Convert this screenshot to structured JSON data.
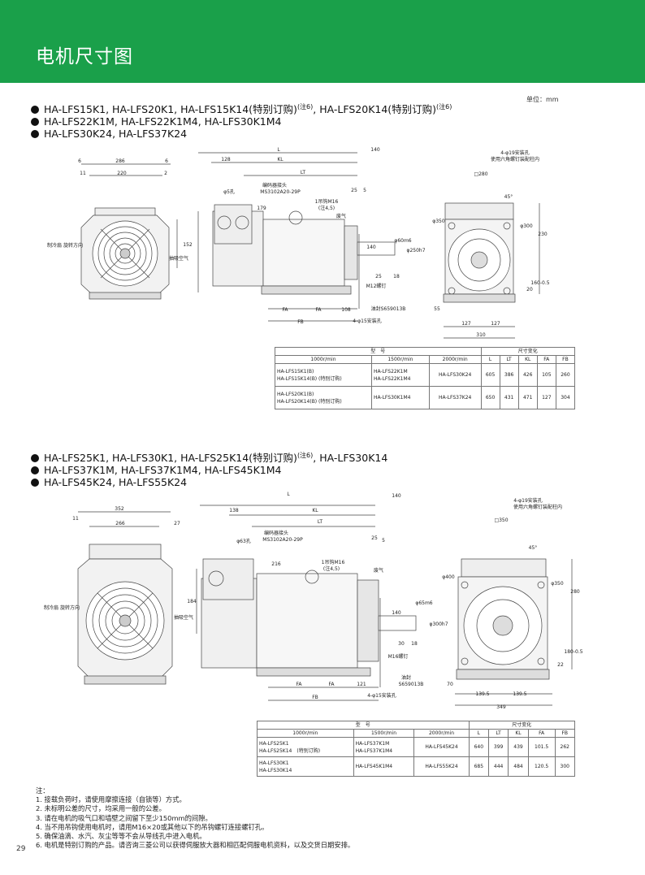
{
  "header": {
    "title": "电机尺寸图"
  },
  "unit": "单位：mm",
  "section1": {
    "models": [
      {
        "text": "HA-LFS15K1, HA-LFS20K1, HA-LFS15K14(特别订购)",
        "sup": "(注6)",
        "text2": ", HA-LFS20K14(特别订购)",
        "sup2": "(注6)"
      },
      {
        "text": "HA-LFS22K1M, HA-LFS22K1M4, HA-LFS30K1M4",
        "sup": "",
        "text2": "",
        "sup2": ""
      },
      {
        "text": "HA-LFS30K24, HA-LFS37K24",
        "sup": "",
        "text2": "",
        "sup2": ""
      }
    ],
    "drawing": {
      "front": {
        "top_dims": [
          "6",
          "286",
          "6"
        ],
        "inner_dims": [
          "11",
          "220",
          "2"
        ],
        "label_rotation": "制冷扇\n旋转方向",
        "label_air": "抽吸空气",
        "dim_152": "152"
      },
      "side": {
        "L": "L",
        "KL": "KL",
        "LT": "LT",
        "d140": "140",
        "d128": "128",
        "d25": "25",
        "d5": "5",
        "phi5": "φ5孔",
        "encoder": "编码器接头",
        "encoder_part": "MS3102A20-29P",
        "d179": "179",
        "hook": "1吊钩M16",
        "hook_note": "(注4,5)",
        "exhaust": "废气",
        "d140b": "140",
        "phi60": "φ60m6",
        "phi250": "φ250h7",
        "d25b": "25",
        "d18": "18",
        "m12": "M12螺钉",
        "oilseal": "油封S659013B",
        "FA1": "FA",
        "FA2": "FA",
        "d108": "108",
        "FB": "FB",
        "holes": "4-φ15安装孔",
        "d55": "55"
      },
      "end": {
        "holes_top": "4-φ19安装孔",
        "holes_note": "使用六角螺钉装配柱内",
        "sq": "□280",
        "ang": "45°",
        "d350": "φ350",
        "d300": "φ300",
        "d230": "230",
        "d20": "20",
        "d160": "160-0.5",
        "b127a": "127",
        "b127b": "127",
        "b310": "310"
      }
    },
    "table": {
      "h_model": "型　号",
      "h_dim": "尺寸变化",
      "cols": [
        "1000r/min",
        "1500r/min",
        "2000r/min",
        "L",
        "LT",
        "KL",
        "FA",
        "FB"
      ],
      "rows": [
        {
          "c1": [
            "HA-LFS15K1(B)",
            "HA-LFS15K14(B) (特别订购)"
          ],
          "c2": [
            "HA-LFS22K1M",
            "HA-LFS22K1M4"
          ],
          "c3": "HA-LFS30K24",
          "L": "605",
          "LT": "386",
          "KL": "426",
          "FA": "105",
          "FB": "260"
        },
        {
          "c1": [
            "HA-LFS20K1(B)",
            "HA-LFS20K14(B) (特别订购)"
          ],
          "c2": [
            "HA-LFS30K1M4"
          ],
          "c3": "HA-LFS37K24",
          "L": "650",
          "LT": "431",
          "KL": "471",
          "FA": "127",
          "FB": "304"
        }
      ]
    }
  },
  "section2": {
    "models": [
      {
        "text": "HA-LFS25K1, HA-LFS30K1, HA-LFS25K14(特别订购)",
        "sup": "(注6)",
        "text2": ", HA-LFS30K14",
        "sup2": ""
      },
      {
        "text": "HA-LFS37K1M, HA-LFS37K1M4, HA-LFS45K1M4",
        "sup": "",
        "text2": "",
        "sup2": ""
      },
      {
        "text": "HA-LFS45K24, HA-LFS55K24",
        "sup": "",
        "text2": "",
        "sup2": ""
      }
    ],
    "drawing": {
      "front": {
        "d352": "352",
        "d266": "266",
        "d11": "11",
        "d27": "27",
        "label_rotation": "制冷扇\n旋转方向",
        "label_air": "抽吸空气",
        "d184": "184"
      },
      "side": {
        "L": "L",
        "KL": "KL",
        "LT": "LT",
        "d140": "140",
        "d138": "138",
        "d25": "25",
        "d5": "5",
        "phi63": "φ63孔",
        "encoder": "编码器接头",
        "encoder_part": "MS3102A20-29P",
        "d216": "216",
        "hook": "1吊钩M16",
        "hook_note": "(注4,5)",
        "exhaust": "废气",
        "d140b": "140",
        "phi65": "φ65m6",
        "phi300": "φ300h7",
        "d30": "30",
        "d18": "18",
        "m16": "M16螺钉",
        "oilseal": "油封",
        "oilseal_part": "S659013B",
        "FA1": "FA",
        "FA2": "FA",
        "d121": "121",
        "FB": "FB",
        "holes": "4-φ15安装孔",
        "d70": "70"
      },
      "end": {
        "holes_top": "4-φ19安装孔",
        "holes_note": "使用六角螺钉装配柱内",
        "sq": "□350",
        "ang": "45°",
        "d400": "φ400",
        "d350": "φ350",
        "d280": "280",
        "d22": "22",
        "d180": "180-0.5",
        "b139a": "139.5",
        "b139b": "139.5",
        "b349": "349"
      }
    },
    "table": {
      "h_model": "型　号",
      "h_dim": "尺寸变化",
      "cols": [
        "1000r/min",
        "1500r/min",
        "2000r/min",
        "L",
        "LT",
        "KL",
        "FA",
        "FB"
      ],
      "rows": [
        {
          "c1": [
            "HA-LFS25K1",
            "HA-LFS25K14　(特别订购)"
          ],
          "c2": [
            "HA-LFS37K1M",
            "HA-LFS37K1M4"
          ],
          "c3": "HA-LFS45K24",
          "L": "640",
          "LT": "399",
          "KL": "439",
          "FA": "101.5",
          "FB": "262"
        },
        {
          "c1": [
            "HA-LFS30K1",
            "HA-LFS30K14"
          ],
          "c2": [
            "HA-LFS45K1M4"
          ],
          "c3": "HA-LFS55K24",
          "L": "685",
          "LT": "444",
          "KL": "484",
          "FA": "120.5",
          "FB": "300"
        }
      ]
    }
  },
  "notes": {
    "title": "注：",
    "items": [
      "1. 接载负荷时，请使用摩擦连接（自锁等）方式。",
      "2. 未标明公差的尺寸，均采用一般的公差。",
      "3. 请在电机的吸气口和墙壁之间留下至少150mm的间隙。",
      "4. 当不用吊钩使用电机时，请用M16×20或其他以下的吊钩螺钉连接螺钉孔。",
      "5. 确保油滴、水汽、灰尘等等不会从导线孔中进入电机。",
      "6. 电机是特别订购的产品。请咨询三菱公司以获得伺服放大器和相匹配伺服电机资料，以及交货日期安排。"
    ]
  },
  "page_number": "29"
}
